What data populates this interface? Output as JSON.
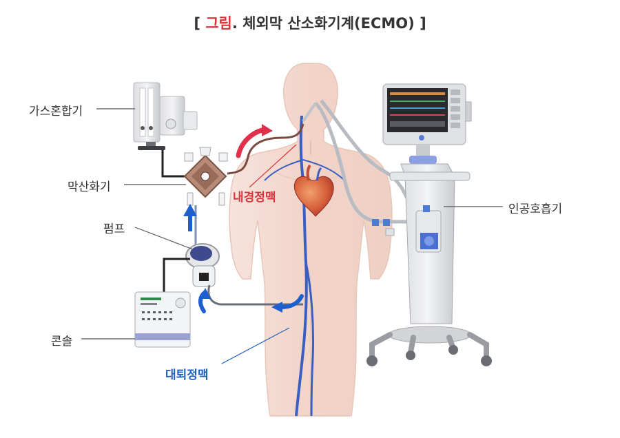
{
  "title": {
    "open_bracket": "[",
    "highlight": "그림",
    "rest": ". 체외막 산소화기계(ECMO)",
    "close_bracket": "]"
  },
  "labels": {
    "gas_mixer": "가스혼합기",
    "oxygenator": "막산화기",
    "pump": "펌프",
    "console": "콘솔",
    "ventilator": "인공호흡기",
    "internal_jugular": "내경정맥",
    "femoral_vein": "대퇴정맥"
  },
  "colors": {
    "title_highlight": "#e0303a",
    "text": "#333333",
    "red_label": "#d9343c",
    "blue_label": "#1e5fc2",
    "arterial": "#d6304a",
    "venous": "#2a5ad0",
    "body": "#f3d9cf"
  }
}
